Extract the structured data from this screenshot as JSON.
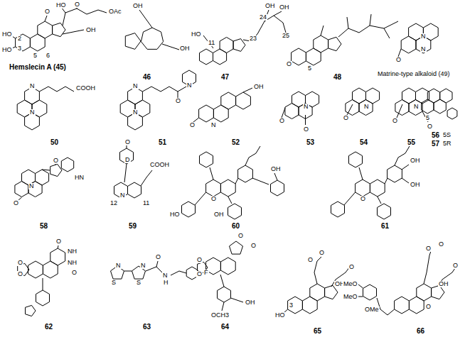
{
  "diagram": {
    "labels": [
      "Hemslecin A (45)",
      "HO",
      "O",
      "OAc",
      "OH",
      "O",
      "HO",
      "HO",
      "2",
      "3",
      "5",
      "6",
      "46",
      "OH",
      "OH",
      "47",
      "HO",
      "11",
      "23",
      "24",
      "OH",
      "OH",
      "25",
      "48",
      "O",
      "5",
      "Matrine-type alkaloid (49)",
      "N",
      "N",
      "O",
      "50",
      "N",
      "N",
      "COOH",
      "51",
      "N",
      "N",
      "O",
      "N",
      "52",
      "O",
      "N",
      "OH",
      "53",
      "O",
      "N",
      "O",
      "54",
      "O",
      "N",
      "55",
      "O",
      "N",
      "O",
      "56",
      "5S",
      "57",
      "5R",
      "5",
      "58",
      "O",
      "N",
      "HN",
      "O",
      "59",
      "D",
      "O",
      "N",
      "12",
      "11",
      "COOH",
      "60",
      "O",
      "HO",
      "OH",
      "OH",
      "61",
      "O",
      "OH",
      "OH",
      "62",
      "O",
      "NH",
      "NH",
      "O",
      "O",
      "O",
      "63",
      "S",
      "N",
      "S",
      "N",
      "O",
      "N",
      "H",
      "F",
      "64",
      "O",
      "O",
      "O",
      "O",
      "OH",
      "OCH3",
      "65",
      "HO",
      "3",
      "O",
      "O",
      "OH",
      "O",
      "66",
      "MeO",
      "MeO",
      "OMe",
      "O",
      "O",
      "O",
      "OH",
      "O"
    ]
  }
}
